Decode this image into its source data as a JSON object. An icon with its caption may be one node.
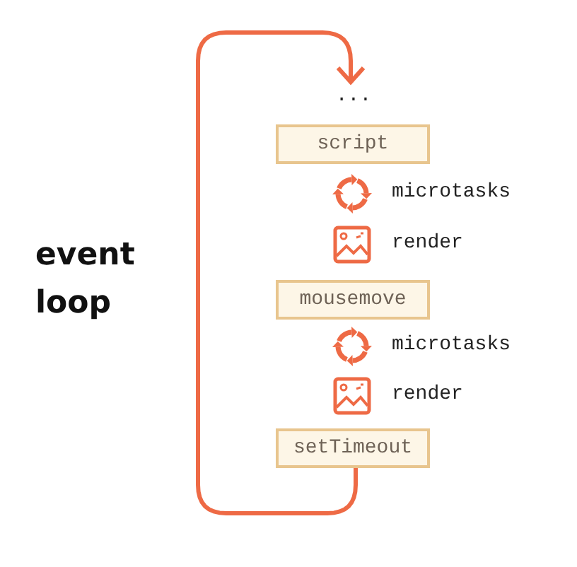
{
  "diagram": {
    "nodes": [
      {
        "text": [
          "..."
        ]
      },
      {
        "text": [
          "script"
        ]
      },
      {
        "text": [
          "mousemove"
        ]
      },
      {
        "text": [
          "setTimeout"
        ]
      }
    ],
    "edges": [
      {
        "from": 3,
        "to": 0,
        "arrow": "to"
      }
    ],
    "labels": [
      "event loop",
      "microtasks",
      "render",
      "microtasks",
      "render"
    ]
  }
}
